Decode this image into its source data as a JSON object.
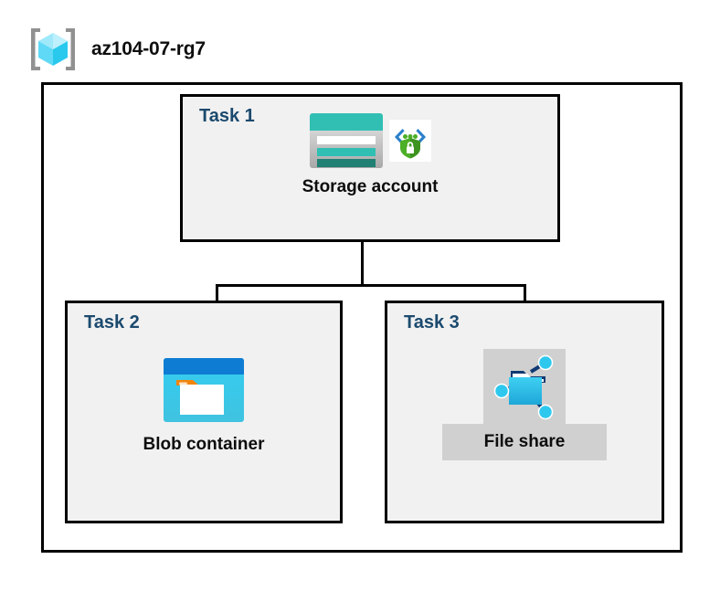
{
  "diagram": {
    "type": "azure-architecture-diagram",
    "resource_group": {
      "name": "az104-07-rg7",
      "icon": "resource-group-icon"
    },
    "tasks": [
      {
        "label": "Task 1",
        "node": {
          "caption": "Storage account",
          "icons": [
            "storage-account-icon",
            "secure-endpoint-icon"
          ]
        }
      },
      {
        "label": "Task 2",
        "node": {
          "caption": "Blob container",
          "icons": [
            "blob-container-icon"
          ]
        }
      },
      {
        "label": "Task 3",
        "node": {
          "caption": "File share",
          "icons": [
            "file-share-icon"
          ],
          "highlighted": true
        }
      }
    ],
    "colors": {
      "box_fill": "#f1f1f1",
      "box_border": "#000000",
      "task_label": "#1b4a6e",
      "caption": "#0d0d0d",
      "highlight": "#d0d0d0",
      "storage_teal": "#31bfb3",
      "storage_teal_dark": "#1f8073",
      "blob_blue": "#0f7cd3",
      "blob_cyan": "#32c8f0",
      "blob_orange": "#f2840d",
      "fileshare_cyan": "#32c8f0",
      "fileshare_navy": "#0f3a73",
      "shield_green": "#4caf27",
      "bracket_gray": "#919191",
      "cube_cyan": "#3fd6f5"
    }
  }
}
